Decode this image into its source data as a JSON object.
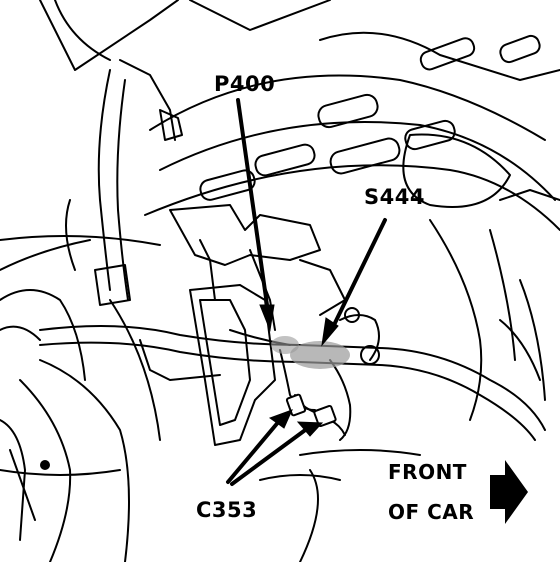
{
  "labels": {
    "p400": "P400",
    "s444": "S444",
    "c353": "C353",
    "front_line1": "FRONT",
    "front_line2": "OF CAR"
  },
  "colors": {
    "ink": "#000000",
    "paper": "#ffffff",
    "shade": "#9a9a9a"
  },
  "icons": {
    "direction": "front-arrow-icon"
  }
}
